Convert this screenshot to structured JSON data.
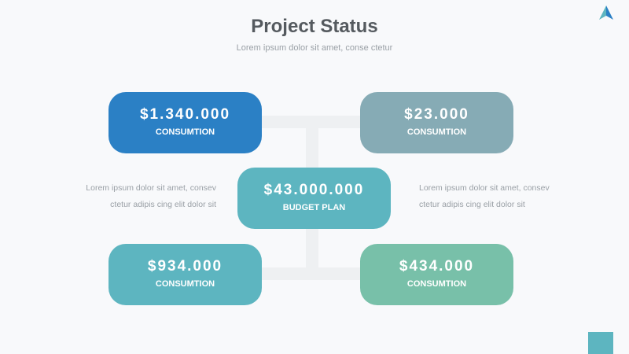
{
  "header": {
    "title": "Project Status",
    "subtitle": "Lorem ipsum dolor sit amet, conse ctetur"
  },
  "colors": {
    "blue": "#2b80c5",
    "grey_teal": "#86abb5",
    "teal": "#5db5c0",
    "green": "#78c0a9",
    "connector": "#eef0f2"
  },
  "boxes": {
    "top_left": {
      "value": "$1.340.000",
      "label": "CONSUMTION"
    },
    "top_right": {
      "value": "$23.000",
      "label": "CONSUMTION"
    },
    "center": {
      "value": "$43.000.000",
      "label": "BUDGET PLAN"
    },
    "bottom_left": {
      "value": "$934.000",
      "label": "CONSUMTION"
    },
    "bottom_right": {
      "value": "$434.000",
      "label": "CONSUMTION"
    }
  },
  "side_text": {
    "left": [
      "Lorem ipsum dolor sit amet, consev",
      "ctetur adipis cing elit dolor sit"
    ],
    "right": [
      "Lorem ipsum dolor sit amet, consev",
      "ctetur adipis cing elit dolor sit"
    ]
  },
  "logo_icon": "triangle-a-logo-icon"
}
